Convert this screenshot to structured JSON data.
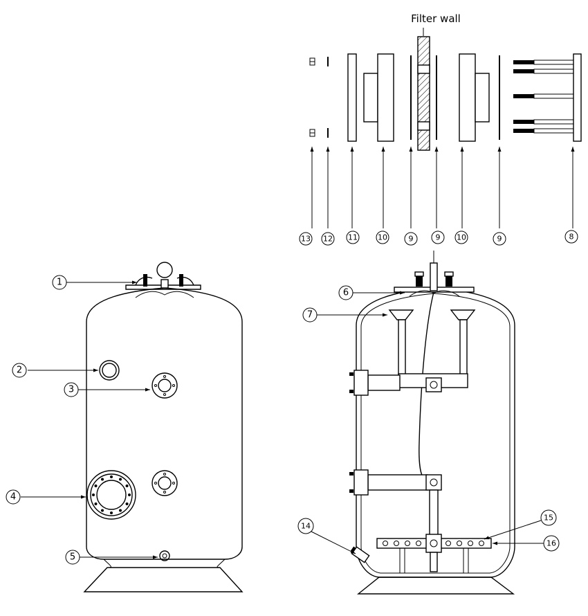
{
  "title": "Filter wall",
  "exploded_callouts": [
    "13",
    "12",
    "11",
    "10",
    "9",
    "9",
    "10",
    "9",
    "8"
  ],
  "front_callouts": [
    "1",
    "2",
    "3",
    "4",
    "5"
  ],
  "section_callouts": [
    "6",
    "7",
    "14",
    "15",
    "16"
  ]
}
